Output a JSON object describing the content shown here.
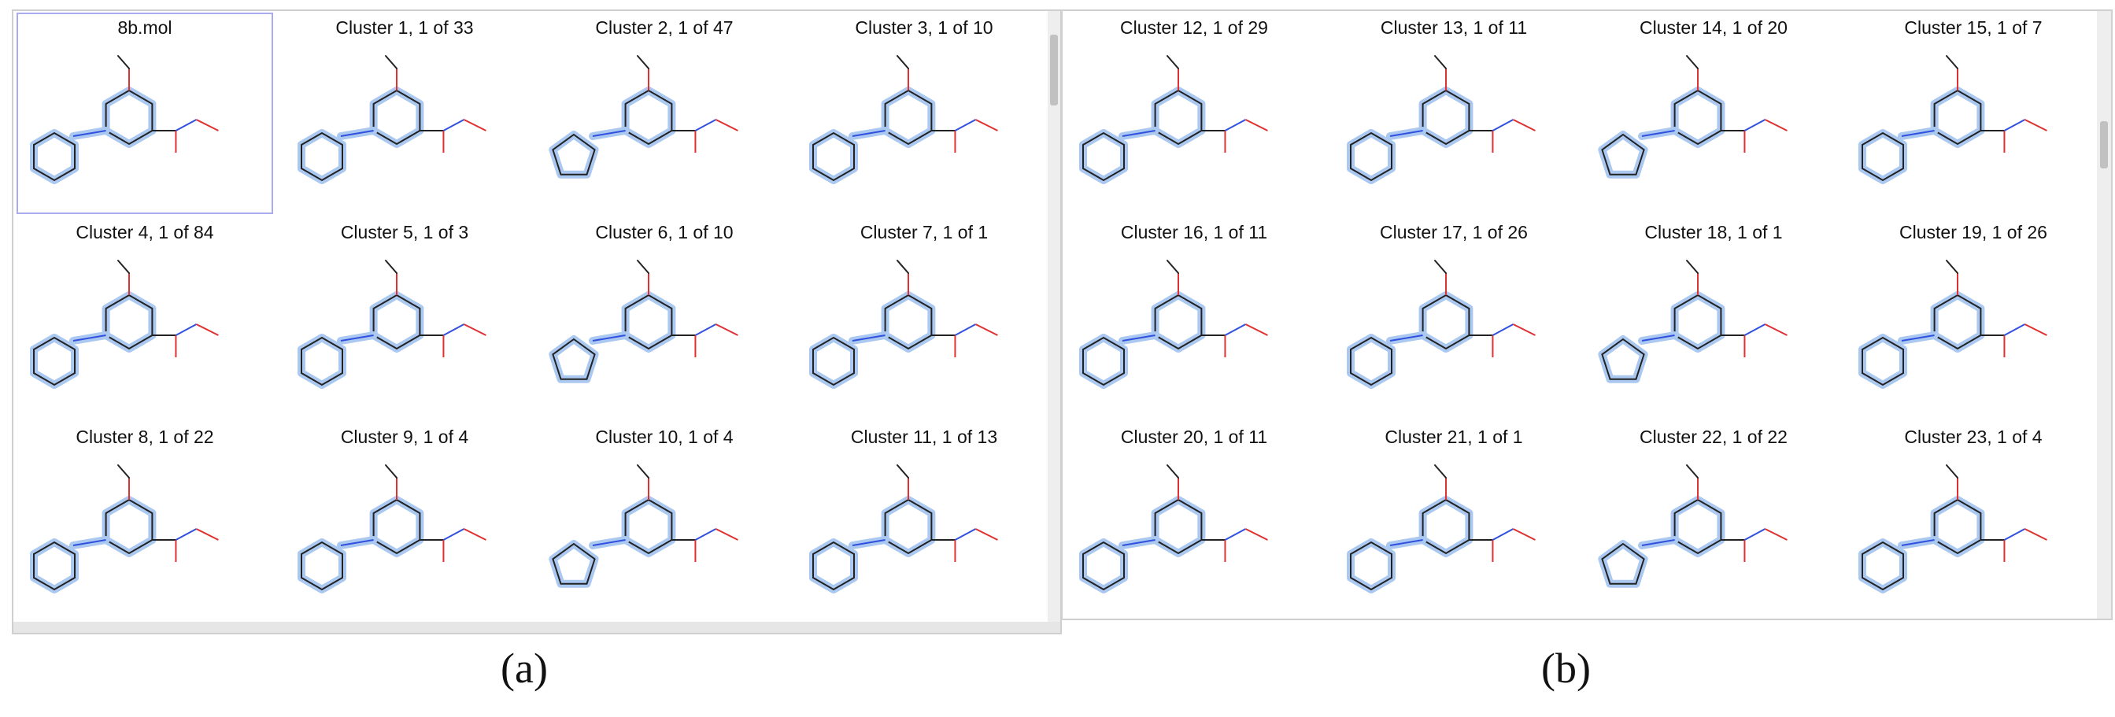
{
  "panel_a": {
    "label": "(a)",
    "cells": [
      {
        "caption": "8b.mol",
        "selected": true
      },
      {
        "caption": "Cluster 1, 1 of 33"
      },
      {
        "caption": "Cluster 2, 1 of 47"
      },
      {
        "caption": "Cluster 3, 1 of 10"
      },
      {
        "caption": "Cluster 4, 1 of 84"
      },
      {
        "caption": "Cluster 5, 1 of 3"
      },
      {
        "caption": "Cluster 6, 1 of 10"
      },
      {
        "caption": "Cluster 7, 1 of 1"
      },
      {
        "caption": "Cluster 8, 1 of 22"
      },
      {
        "caption": "Cluster 9, 1 of 4"
      },
      {
        "caption": "Cluster 10, 1 of 4"
      },
      {
        "caption": "Cluster 11, 1 of 13"
      }
    ]
  },
  "panel_b": {
    "label": "(b)",
    "cells": [
      {
        "caption": "Cluster 12, 1 of 29"
      },
      {
        "caption": "Cluster 13, 1 of 11"
      },
      {
        "caption": "Cluster 14, 1 of 20"
      },
      {
        "caption": "Cluster 15, 1 of 7"
      },
      {
        "caption": "Cluster 16, 1 of 11"
      },
      {
        "caption": "Cluster 17, 1 of 26"
      },
      {
        "caption": "Cluster 18, 1 of 1"
      },
      {
        "caption": "Cluster 19, 1 of 26"
      },
      {
        "caption": "Cluster 20, 1 of 11"
      },
      {
        "caption": "Cluster 21, 1 of 1"
      },
      {
        "caption": "Cluster 22, 1 of 22"
      },
      {
        "caption": "Cluster 23, 1 of 4"
      }
    ]
  },
  "colors": {
    "highlight": "#aac8f0",
    "bond": "#222222",
    "oxygen": "#e03030",
    "nitrogen": "#3050e0",
    "selection": "#aaaaee"
  }
}
